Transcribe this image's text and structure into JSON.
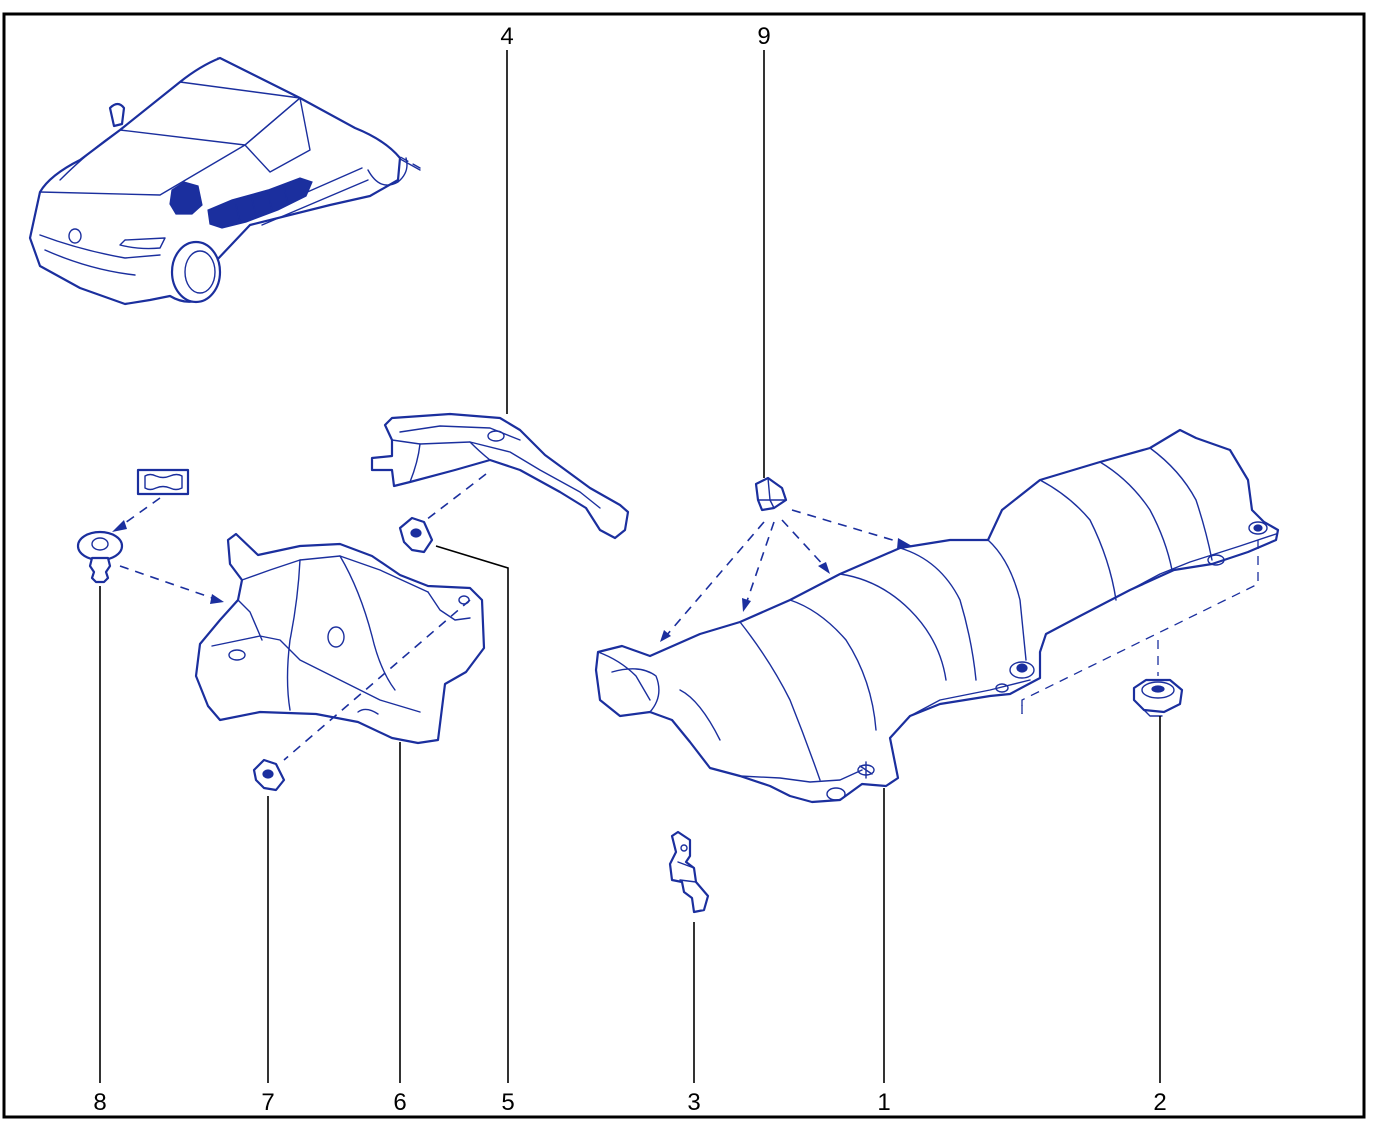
{
  "diagram": {
    "callouts": {
      "c1": "1",
      "c2": "2",
      "c3": "3",
      "c4": "4",
      "c5": "5",
      "c6": "6",
      "c7": "7",
      "c8": "8",
      "c9": "9"
    },
    "colors": {
      "line": "#1b2f9e",
      "border": "#000000",
      "text": "#000000"
    }
  }
}
